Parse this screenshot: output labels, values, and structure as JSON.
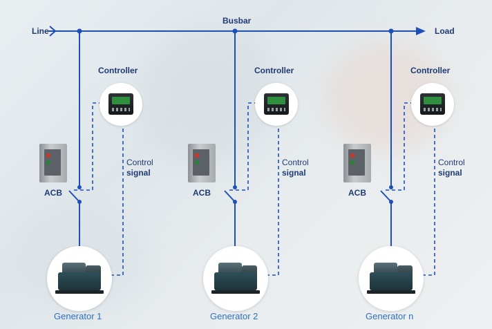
{
  "diagram": {
    "line_label": "Line",
    "busbar_label": "Busbar",
    "load_label": "Load",
    "line_color": "#1d4fb8",
    "signal_color": "#1d4fb8",
    "units": [
      {
        "controller_label": "Controller",
        "signal_label_1": "Control",
        "signal_label_2": "signal",
        "acb_label": "ACB",
        "generator_label": "Generator 1",
        "controller_icon": "controller-panel-icon",
        "acb_icon": "circuit-breaker-icon",
        "generator_icon": "generator-icon"
      },
      {
        "controller_label": "Controller",
        "signal_label_1": "Control",
        "signal_label_2": "signal",
        "acb_label": "ACB",
        "generator_label": "Generator 2",
        "controller_icon": "controller-panel-icon",
        "acb_icon": "circuit-breaker-icon",
        "generator_icon": "generator-icon"
      },
      {
        "controller_label": "Controller",
        "signal_label_1": "Control",
        "signal_label_2": "signal",
        "acb_label": "ACB",
        "generator_label": "Generator n",
        "controller_icon": "controller-panel-icon",
        "acb_icon": "circuit-breaker-icon",
        "generator_icon": "generator-icon"
      }
    ]
  }
}
